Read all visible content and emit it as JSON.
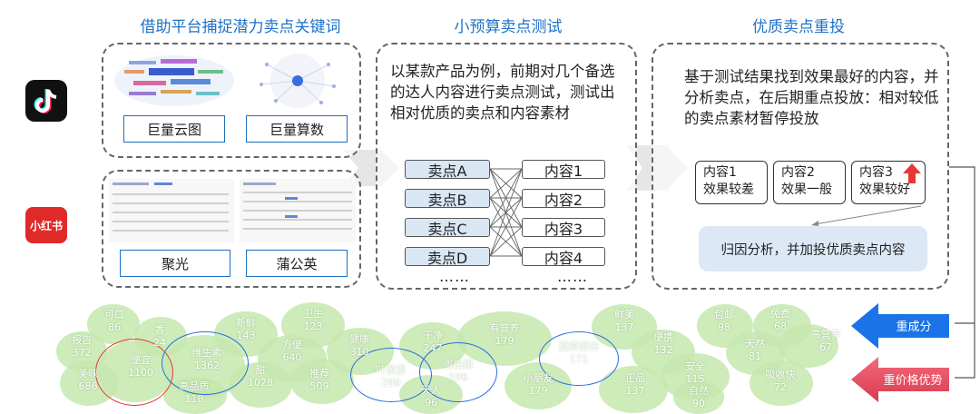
{
  "titles": {
    "col1": "借助平台捕捉潜力卖点关键词",
    "col2": "小预算卖点测试",
    "col3": "优质卖点重投"
  },
  "platforms": {
    "douyin": {
      "tools": [
        "巨量云图",
        "巨量算数"
      ]
    },
    "xiaohongshu": {
      "logo_text": "小红书",
      "tools": [
        "聚光",
        "蒲公英"
      ]
    }
  },
  "test": {
    "description": "以某款产品为例，前期对几个备选的达人内容进行卖点测试，测试出相对优质的卖点和内容素材",
    "sellpoints": [
      "卖点A",
      "卖点B",
      "卖点C",
      "卖点D"
    ],
    "contents": [
      "内容1",
      "内容2",
      "内容3",
      "内容4"
    ],
    "ellipsis": "……"
  },
  "reinvest": {
    "description": "基于测试结果找到效果最好的内容，并分析卖点，在后期重点投放：相对较低的卖点素材暂停投放",
    "results": [
      {
        "name": "内容1",
        "effect": "效果较差"
      },
      {
        "name": "内容2",
        "effect": "效果一般"
      },
      {
        "name": "内容3",
        "effect": "效果较好"
      }
    ],
    "attribution": "归因分析，并加投优质卖点内容"
  },
  "arrows": {
    "ingredient": "重成分",
    "price": "重价格优势"
  },
  "keywords": [
    {
      "w": "可口",
      "n": "86"
    },
    {
      "w": "报告",
      "n": "372"
    },
    {
      "w": "香",
      "n": "24"
    },
    {
      "w": "美味",
      "n": "686"
    },
    {
      "w": "便宜",
      "n": "1100"
    },
    {
      "w": "维生素",
      "n": "1362"
    },
    {
      "w": "高品质",
      "n": "118"
    },
    {
      "w": "新鲜",
      "n": "143"
    },
    {
      "w": "卫生",
      "n": "123"
    },
    {
      "w": "方便",
      "n": "640"
    },
    {
      "w": "甜",
      "n": "1028"
    },
    {
      "w": "推荐",
      "n": "509"
    },
    {
      "w": "健康",
      "n": "310"
    },
    {
      "w": "干净",
      "n": "247"
    },
    {
      "w": "叶黄素",
      "n": "299"
    },
    {
      "w": "有营养",
      "n": "179"
    },
    {
      "w": "蛋白质",
      "n": "196"
    },
    {
      "w": "天人",
      "n": "96"
    },
    {
      "w": "小朋友",
      "n": "179"
    },
    {
      "w": "胶原蛋白",
      "n": "171"
    },
    {
      "w": "鲜美",
      "n": "137"
    },
    {
      "w": "便携",
      "n": "132"
    },
    {
      "w": "正品",
      "n": "137"
    },
    {
      "w": "安全",
      "n": "115"
    },
    {
      "w": "自然",
      "n": "90"
    },
    {
      "w": "包邮",
      "n": "98"
    },
    {
      "w": "天然",
      "n": "81"
    },
    {
      "w": "免费",
      "n": "68"
    },
    {
      "w": "吸收快",
      "n": "72"
    },
    {
      "w": "高营养",
      "n": "67"
    }
  ],
  "colors": {
    "title_blue": "#1e72c7",
    "bubble_green": "#c6e8ae",
    "arrow_blue": "#1a73e8",
    "arrow_red": "#e84a5f",
    "ring_red": "#e53935",
    "ring_blue": "#2a6fdb"
  }
}
